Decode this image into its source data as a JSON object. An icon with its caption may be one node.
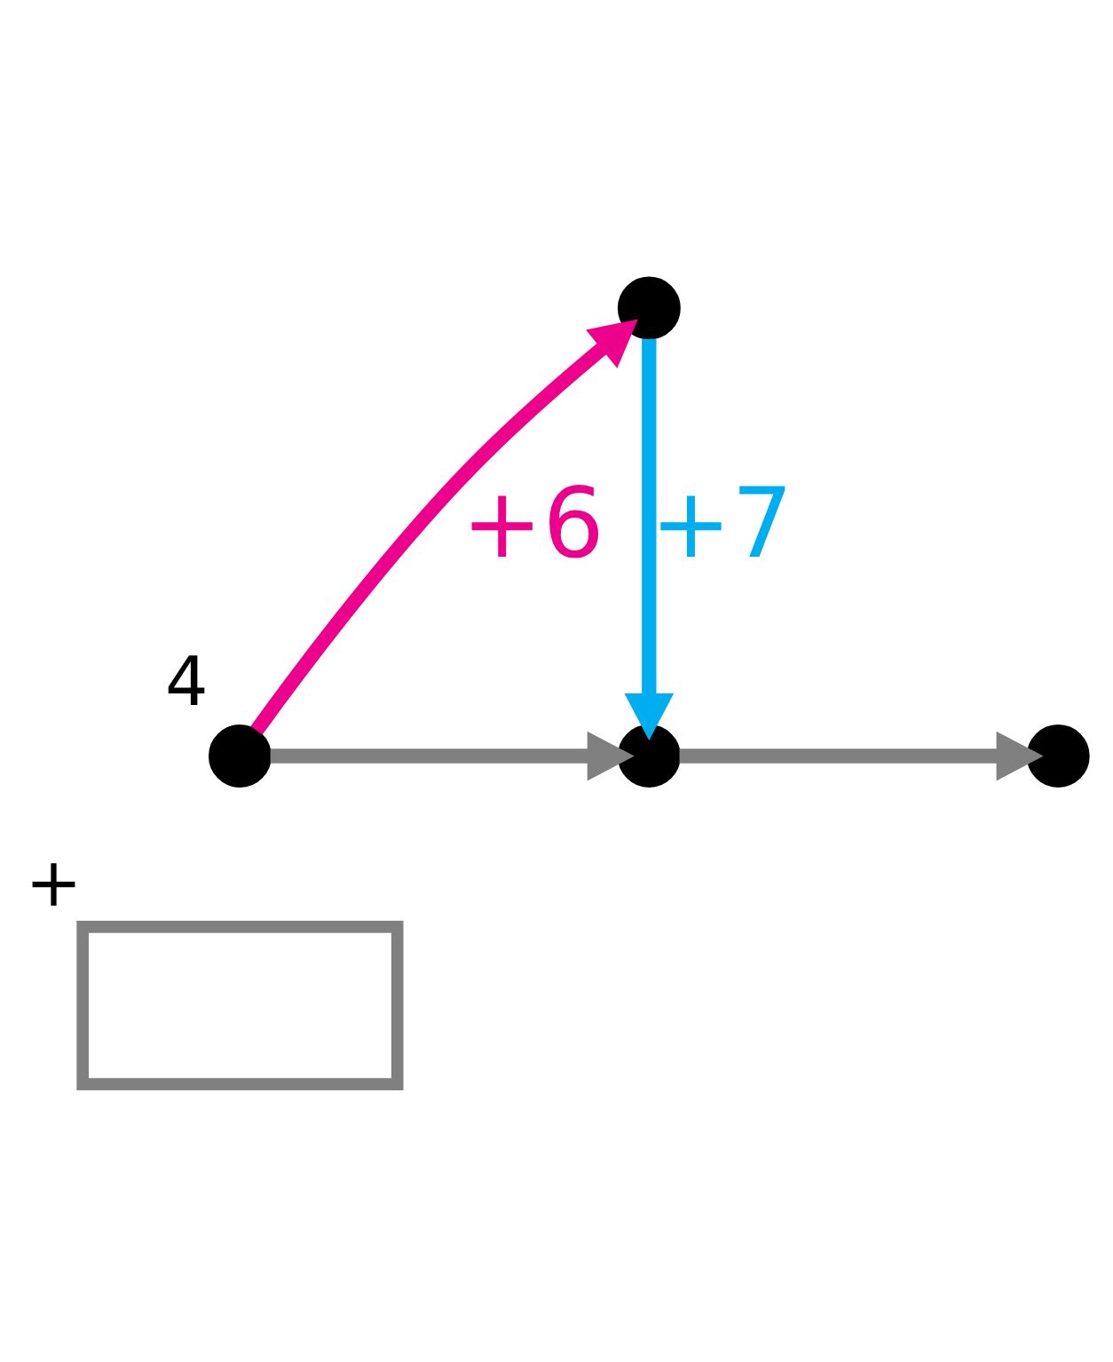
{
  "diagram": {
    "nodes": [
      {
        "text": [],
        "shape": "circle",
        "beside": [
          "4"
        ]
      },
      {
        "text": [],
        "shape": "circle"
      },
      {
        "text": [],
        "shape": "circle"
      },
      {
        "text": [],
        "shape": "circle"
      },
      {
        "text": [],
        "shape": "box",
        "beside": [
          "+"
        ]
      }
    ],
    "edges": [
      {
        "from": 0,
        "to": 1,
        "arrow": "to",
        "label": "+6",
        "color": "#ec008c"
      },
      {
        "from": 1,
        "to": 2,
        "arrow": "to",
        "label": "+7",
        "color": "#00aeef"
      },
      {
        "from": 0,
        "to": 2,
        "arrow": "to",
        "color": "#808080"
      },
      {
        "from": 2,
        "to": 3,
        "arrow": "to",
        "color": "#808080"
      }
    ]
  }
}
